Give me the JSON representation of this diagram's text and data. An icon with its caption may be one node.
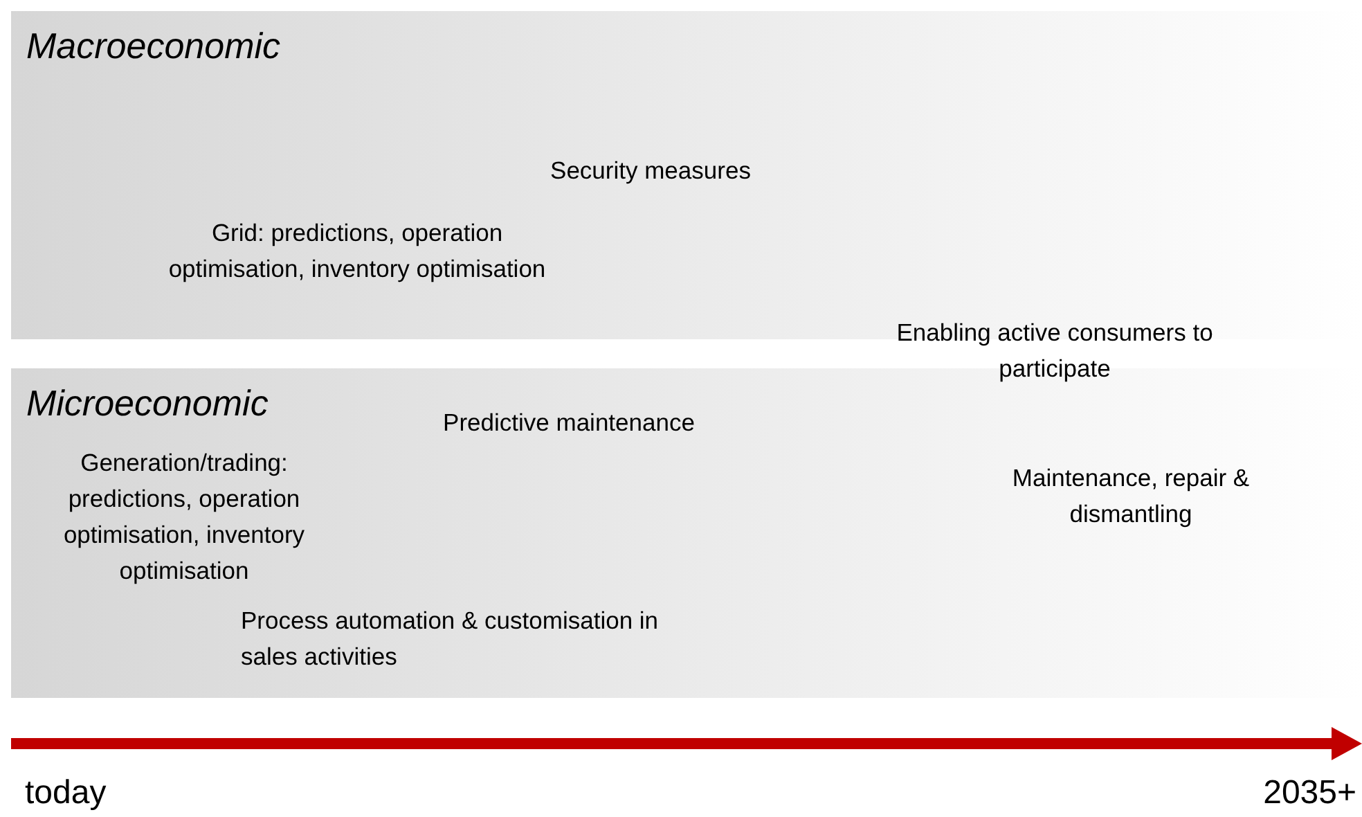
{
  "diagram": {
    "nodes": [
      {
        "text": [
          "Macroeconomic"
        ]
      },
      {
        "text": [
          "Microeconomic"
        ]
      }
    ],
    "labels": [
      "Security measures",
      "Grid: predictions, operation optimisation, inventory optimisation",
      "Enabling active consumers to participate",
      "Predictive maintenance",
      "Generation/trading: predictions, operation optimisation, inventory optimisation",
      "Maintenance, repair & dismantling",
      "Process automation & customisation in sales activities",
      "today",
      "2035+"
    ]
  }
}
